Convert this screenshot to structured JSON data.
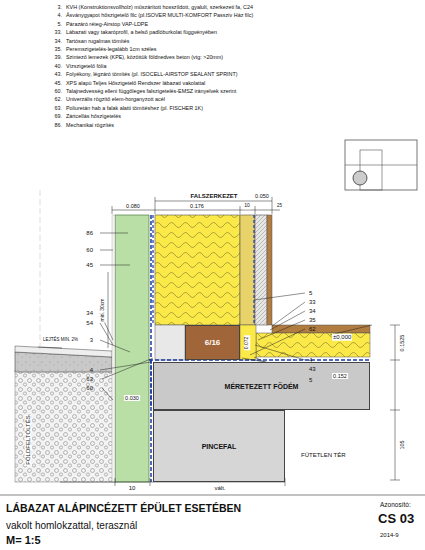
{
  "diagram": {
    "title": "LÁBAZAT ALÁPINCÉZETT ÉPÜLET ESETÉBEN",
    "nodes": [
      {
        "text": [
          "MÉRETEZETT FÖDÉM"
        ]
      },
      {
        "text": [
          "PINCEFAL"
        ]
      },
      {
        "text": [
          "6/16"
        ]
      }
    ],
    "labels": [
      "3.",
      "KVH (Konstruktionsvollholz) műszárított hosszíldott, gyalult, szerkezeti fa, C24",
      "4.",
      "Ásványgyapot hőszigetelő filc (pl.ISOVER MULTI-KOMFORT Passzív Ház filc)",
      "5.",
      "Párazáró réteg-Airstop VAP-LDPE",
      "33.",
      "Lábazati vagy takaróprofil, a belső padlóburkolat függvényében",
      "34.",
      "Tartósan rugalmas tömítés",
      "35.",
      "Peremszigetelés-legalább 1cm széles",
      "39.",
      "Szintező lemezek (KPE), közöttük földnedves beton (vtg: >20mm)",
      "40.",
      "Vízszigetelő fólia",
      "43.",
      "Folyékony, légzáró tömítés (pl. ISOCELL-AIRSTOP SEALANT SPRINT)",
      "45.",
      "XPS alapú Teljes Hőszigetelő Rendszer lábazati vakolattal",
      "60.",
      "Talajnedvesség elleni függőleges falszigetelés-EMSZ irányelvek szerint",
      "62.",
      "Univerzális rögzítő elem-horganyzott acél",
      "63.",
      "Poliuretán hab a falak alatti tömítéshez (pl. FISCHER 1K)",
      "69.",
      "Zártcellás hőszigetelés",
      "86.",
      "Mechanikai rögzítés",
      "FALSZERKEZET",
      "0.080",
      "0.176",
      "0.050",
      "10",
      "25",
      "86",
      "60",
      "45",
      "min. 30cm",
      "34",
      "54",
      "3",
      "LEJTÉS MIN. 2%",
      "4",
      "63",
      "60",
      "0.030",
      "0.072",
      "5",
      "33",
      "34",
      "35",
      "62",
      "±0,000",
      "4",
      "43",
      "5",
      "0.152",
      "0.1525",
      "105",
      "FŰTETLEN TÉR",
      "FÖLDFELTÖLTÉS",
      "10",
      "vált.",
      "Azonosító:",
      "CS 03",
      "2014-9",
      "vakolt homlokzattal, terasznál",
      "M= 1:5"
    ]
  }
}
